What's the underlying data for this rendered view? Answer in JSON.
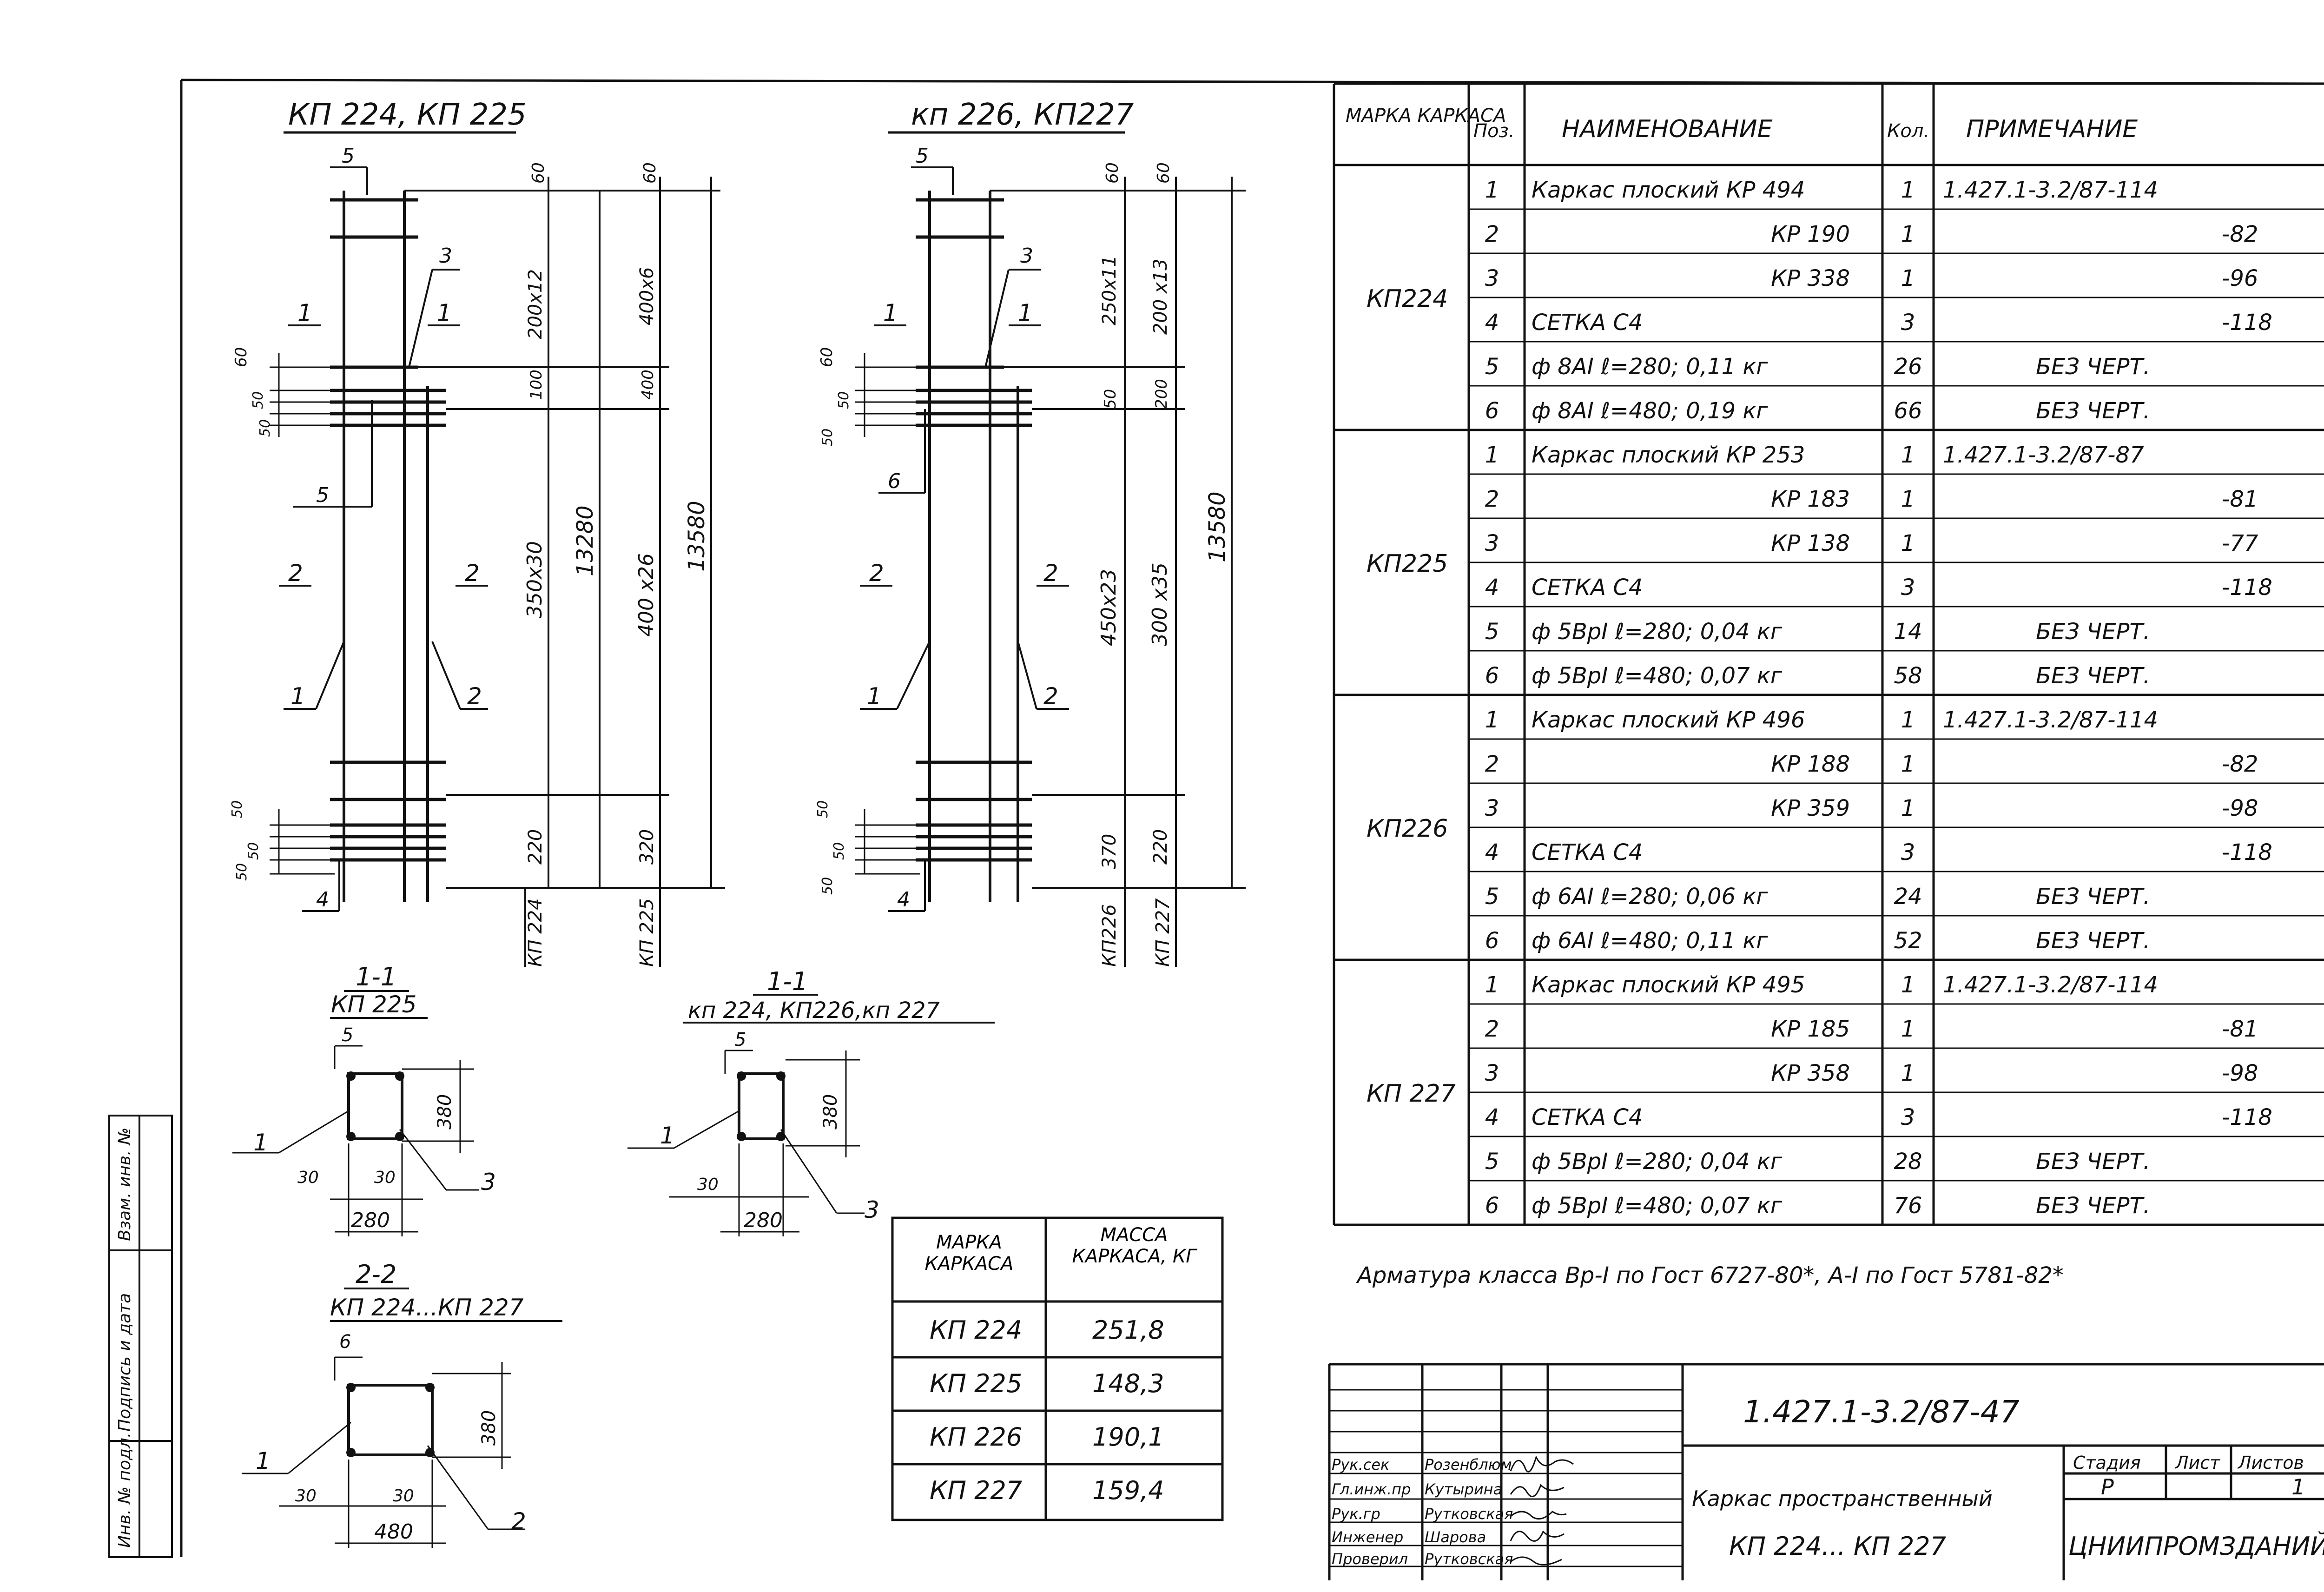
{
  "left_panel": {
    "title_a": "КП 224, КП 225",
    "title_b": "кп 226, КП227",
    "elev_a": {
      "marks": [
        "5",
        "3",
        "1",
        "1",
        "5",
        "2",
        "2",
        "1",
        "2",
        "4"
      ],
      "dims_inner": [
        "60",
        "200x12",
        "100",
        "350x30",
        "220"
      ],
      "dims_mid": [
        "13280"
      ],
      "dims_right_inner": [
        "60",
        "400x6",
        "400",
        "400 x26",
        "320"
      ],
      "dims_outer": [
        "13580"
      ],
      "left_dims": [
        "60",
        "50",
        "50",
        "50",
        "50",
        "50"
      ],
      "tags": [
        "КП 224",
        "КП 225"
      ]
    },
    "elev_b": {
      "marks": [
        "5",
        "3",
        "1",
        "1",
        "6",
        "2",
        "2",
        "1",
        "2",
        "4"
      ],
      "dims_inner": [
        "60",
        "250x11",
        "50",
        "450x23",
        "370"
      ],
      "dims_right_inner": [
        "60",
        "200 x13",
        "200",
        "300 x35",
        "220"
      ],
      "dims_outer": [
        "13580"
      ],
      "left_dims": [
        "60",
        "50",
        "50",
        "50",
        "50",
        "50"
      ],
      "tags": [
        "КП226",
        "КП 227"
      ]
    },
    "sections": [
      {
        "title": "1-1",
        "subtitle": "КП 225",
        "top": "5",
        "height": "380",
        "width": "280",
        "edge_a": "30",
        "edge_b": "30",
        "p1": "1",
        "p2": "3"
      },
      {
        "title": "1-1",
        "subtitle": "кп 224, КП226,кп 227",
        "top": "5",
        "height": "380",
        "width": "280",
        "edge_a": "30",
        "edge_b": "",
        "p1": "1",
        "p2": "3"
      },
      {
        "title": "2-2",
        "subtitle": "КП 224...КП 227",
        "top": "6",
        "height": "380",
        "width": "480",
        "edge_a": "30",
        "edge_b": "30",
        "p1": "1",
        "p2": "2"
      }
    ]
  },
  "mass_table": {
    "head_a": "МАРКА КАРКАСА",
    "head_b": "МАССА КАРКАСА, КГ",
    "rows": [
      {
        "mark": "КП 224",
        "mass": "251,8"
      },
      {
        "mark": "КП 225",
        "mass": "148,3"
      },
      {
        "mark": "КП 226",
        "mass": "190,1"
      },
      {
        "mark": "КП 227",
        "mass": "159,4"
      }
    ]
  },
  "spec_table": {
    "headers": [
      "МАРКА КАРКАСА",
      "Поз.",
      "НАИМЕНОВАНИЕ",
      "Кол.",
      "ПРИМЕЧАНИЕ"
    ],
    "groups": [
      {
        "mark": "КП224",
        "rows": [
          [
            "1",
            "Каркас плоский КР 494",
            "1",
            "1.427.1-3.2/87-114"
          ],
          [
            "2",
            "КР 190",
            "1",
            "-82"
          ],
          [
            "3",
            "КР 338",
            "1",
            "-96"
          ],
          [
            "4",
            "СЕТКА С4",
            "3",
            "-118"
          ],
          [
            "5",
            "ф 8АI ℓ=280; 0,11 кг",
            "26",
            "БЕЗ ЧЕРТ."
          ],
          [
            "6",
            "ф 8АI ℓ=480; 0,19 кг",
            "66",
            "БЕЗ ЧЕРТ."
          ]
        ]
      },
      {
        "mark": "КП225",
        "rows": [
          [
            "1",
            "Каркас плоский КР 253",
            "1",
            "1.427.1-3.2/87-87"
          ],
          [
            "2",
            "КР 183",
            "1",
            "-81"
          ],
          [
            "3",
            "КР 138",
            "1",
            "-77"
          ],
          [
            "4",
            "СЕТКА С4",
            "3",
            "-118"
          ],
          [
            "5",
            "ф 5ВрI ℓ=280; 0,04 кг",
            "14",
            "БЕЗ ЧЕРТ."
          ],
          [
            "6",
            "ф 5ВрI ℓ=480; 0,07 кг",
            "58",
            "БЕЗ ЧЕРТ."
          ]
        ]
      },
      {
        "mark": "КП226",
        "rows": [
          [
            "1",
            "Каркас плоский КР 496",
            "1",
            "1.427.1-3.2/87-114"
          ],
          [
            "2",
            "КР 188",
            "1",
            "-82"
          ],
          [
            "3",
            "КР 359",
            "1",
            "-98"
          ],
          [
            "4",
            "СЕТКА С4",
            "3",
            "-118"
          ],
          [
            "5",
            "ф 6АI ℓ=280; 0,06 кг",
            "24",
            "БЕЗ ЧЕРТ."
          ],
          [
            "6",
            "ф 6АI ℓ=480; 0,11 кг",
            "52",
            "БЕЗ ЧЕРТ."
          ]
        ]
      },
      {
        "mark": "КП 227",
        "rows": [
          [
            "1",
            "Каркас плоский КР 495",
            "1",
            "1.427.1-3.2/87-114"
          ],
          [
            "2",
            "КР 185",
            "1",
            "-81"
          ],
          [
            "3",
            "КР 358",
            "1",
            "-98"
          ],
          [
            "4",
            "СЕТКА С4",
            "3",
            "-118"
          ],
          [
            "5",
            "ф 5ВрI ℓ=280; 0,04 кг",
            "28",
            "БЕЗ ЧЕРТ."
          ],
          [
            "6",
            "ф 5ВрI ℓ=480; 0,07 кг",
            "76",
            "БЕЗ ЧЕРТ."
          ]
        ]
      }
    ],
    "note": "Арматура класса Вр-I по Гост 6727-80*, А-I по Гост 5781-82*"
  },
  "title_block": {
    "doc_code": "1.427.1-3.2/87-47",
    "roles": [
      {
        "role": "Рук.сек",
        "name": "Розенблюм"
      },
      {
        "role": "Гл.инж.пр",
        "name": "Кутырина"
      },
      {
        "role": "Рук.гр",
        "name": "Рутковская"
      },
      {
        "role": "Инженер",
        "name": "Шарова"
      },
      {
        "role": "Проверил",
        "name": "Рутковская"
      }
    ],
    "name_line1": "Каркас пространственный",
    "name_line2": "КП 224... КП 227",
    "stage_label": "Стадия",
    "sheet_label": "Лист",
    "sheets_label": "Листов",
    "stage": "Р",
    "sheets": "1",
    "org": "ЦНИИПРОМЗДАНИЙ"
  },
  "side_stamp": [
    "Инв. № подл.",
    "Подпись и дата",
    "Взам. инв. №"
  ]
}
